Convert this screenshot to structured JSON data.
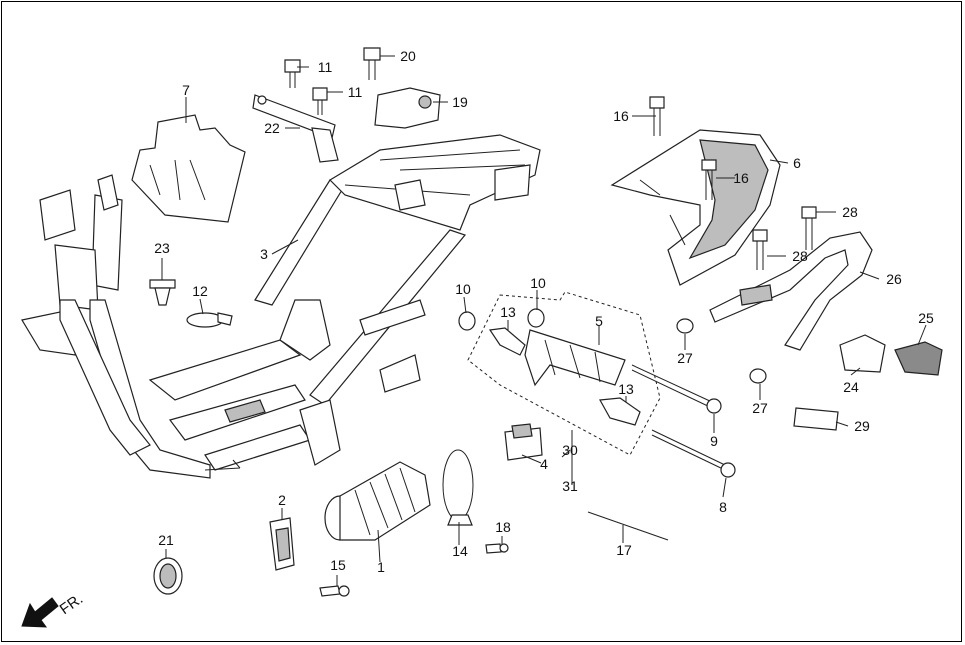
{
  "callouts": [
    "1",
    "2",
    "3",
    "4",
    "5",
    "6",
    "7",
    "8",
    "9",
    "10",
    "10",
    "11",
    "11",
    "12",
    "13",
    "13",
    "14",
    "15",
    "16",
    "16",
    "17",
    "18",
    "19",
    "20",
    "21",
    "22",
    "23",
    "24",
    "25",
    "26",
    "27",
    "27",
    "28",
    "28",
    "29",
    "30",
    "31"
  ],
  "direction_label": "FR."
}
